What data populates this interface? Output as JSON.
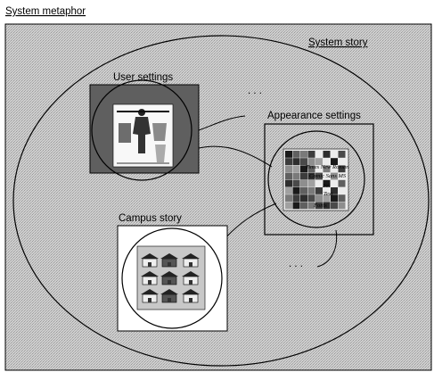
{
  "diagram": {
    "title": "System metaphor",
    "system_story_label": "System story",
    "user_settings_label": "User settings",
    "appearance_settings_label": "Appearance settings",
    "campus_story_label": "Campus story",
    "ellipsis_top": ". . .",
    "ellipsis_bottom": ". . .",
    "appearance_thumbnail_text": [
      "Times New Roman",
      "Comic Sans MS",
      "Text",
      "Sol",
      "Text",
      "Fonts"
    ]
  },
  "colors": {
    "background": "#c9c9c9",
    "user_box": "#5f5f5f",
    "frame_light": "#ffffff",
    "line": "#000000"
  }
}
